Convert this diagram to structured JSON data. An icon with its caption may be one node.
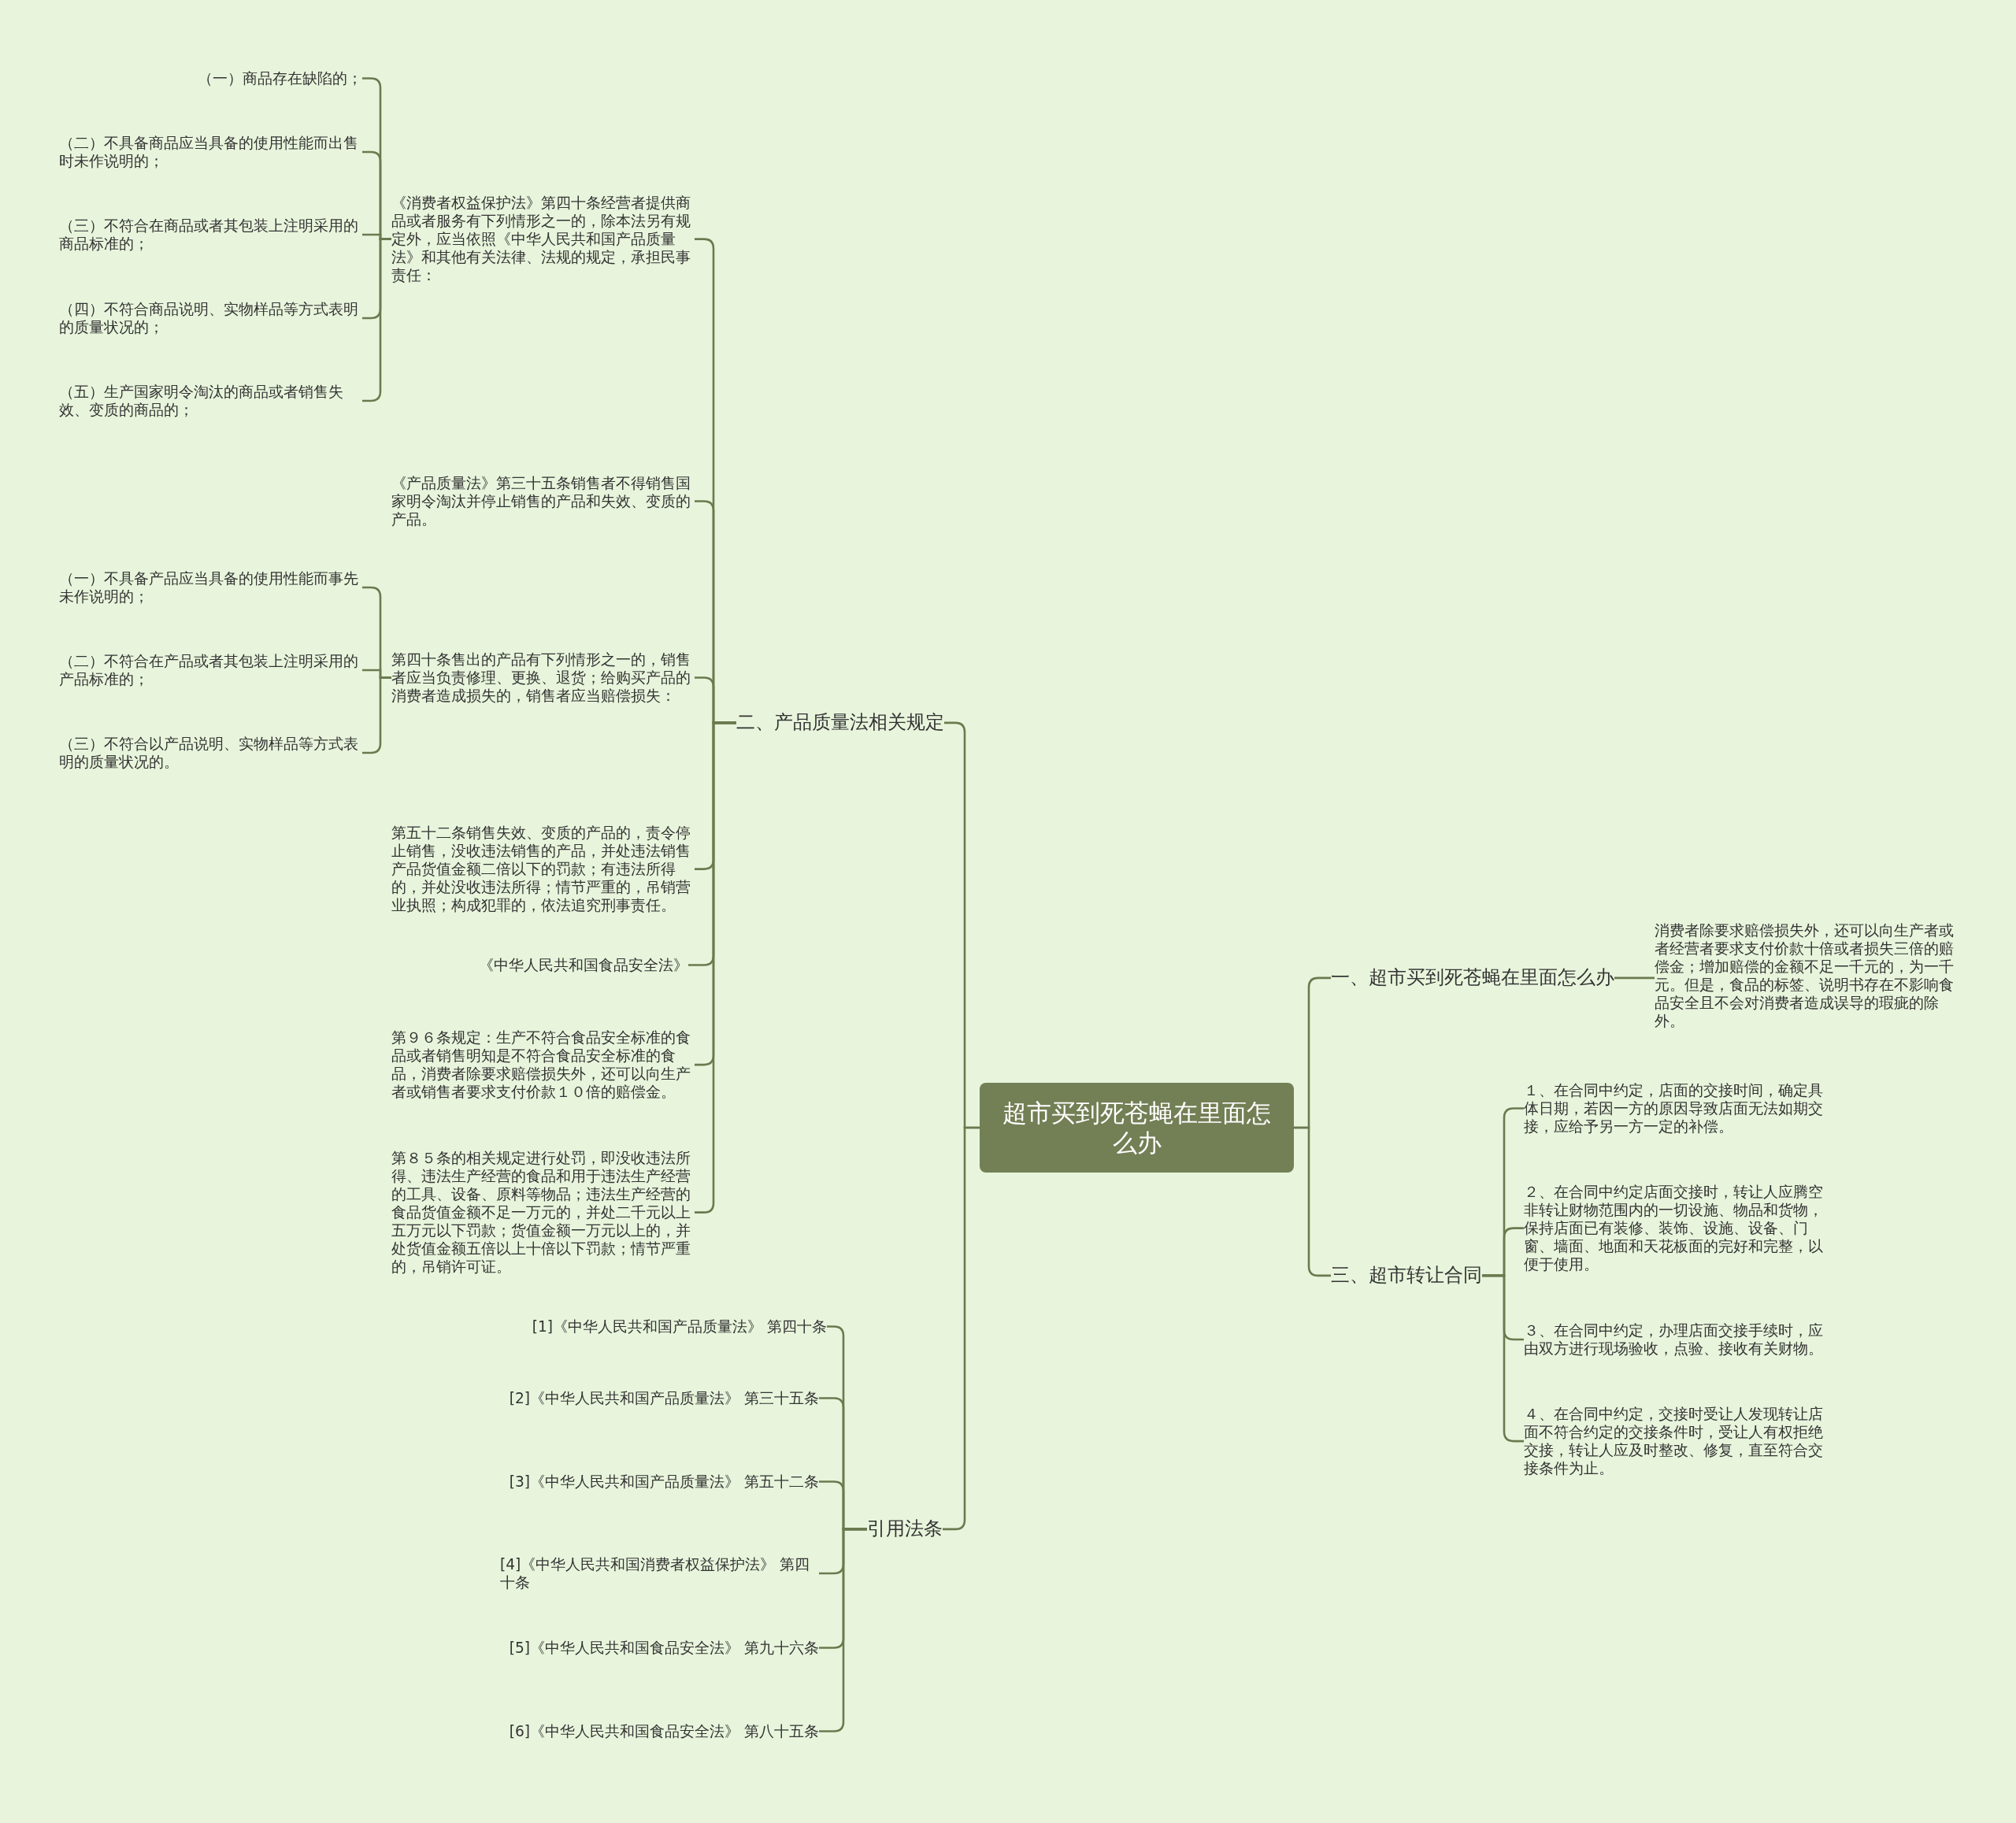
{
  "diagram": {
    "nodes": [
      {
        "text": [
          "超市买到死苍蝇在里面怎么办"
        ]
      },
      {
        "text": [
          "一、超市买到死苍蝇在里面怎么办"
        ]
      },
      {
        "text": [
          "消费者除要求赔偿损失外，还可以向生产者或者经营者要求支付价款十倍或者损失三倍的赔偿金；增加赔偿的金额不足一千元的，为一千元。但是，食品的标签、说明书存在不影响食品安全且不会对消费者造成误导的瑕疵的除外。"
        ]
      },
      {
        "text": [
          "三、超市转让合同"
        ]
      },
      {
        "text": [
          "１、在合同中约定，店面的交接时间，确定具体日期，若因一方的原因导致店面无法如期交接，应给予另一方一定的补偿。"
        ]
      },
      {
        "text": [
          "２、在合同中约定店面交接时，转让人应腾空非转让财物范围内的一切设施、物品和货物，保持店面已有装修、装饰、设施、设备、门窗、墙面、地面和天花板面的完好和完整，以便于使用。"
        ]
      },
      {
        "text": [
          "３、在合同中约定，办理店面交接手续时，应由双方进行现场验收，点验、接收有关财物。"
        ]
      },
      {
        "text": [
          "４、在合同中约定，交接时受让人发现转让店面不符合约定的交接条件时，受让人有权拒绝交接，转让人应及时整改、修复，直至符合交接条件为止。"
        ]
      },
      {
        "text": [
          "二、产品质量法相关规定"
        ]
      },
      {
        "text": [
          "《消费者权益保护法》第四十条经营者提供商品或者服务有下列情形之一的，除本法另有规定外，应当依照《中华人民共和国产品质量法》和其他有关法律、法规的规定，承担民事责任："
        ]
      },
      {
        "text": [
          "（一）商品存在缺陷的；"
        ]
      },
      {
        "text": [
          "（二）不具备商品应当具备的使用性能而出售时未作说明的；"
        ]
      },
      {
        "text": [
          "（三）不符合在商品或者其包装上注明采用的商品标准的；"
        ]
      },
      {
        "text": [
          "（四）不符合商品说明、实物样品等方式表明的质量状况的；"
        ]
      },
      {
        "text": [
          "（五）生产国家明令淘汰的商品或者销售失效、变质的商品的；"
        ]
      },
      {
        "text": [
          "《产品质量法》第三十五条销售者不得销售国家明令淘汰并停止销售的产品和失效、变质的产品。"
        ]
      },
      {
        "text": [
          "第四十条售出的产品有下列情形之一的，销售者应当负责修理、更换、退货；给购买产品的消费者造成损失的，销售者应当赔偿损失："
        ]
      },
      {
        "text": [
          "（一）不具备产品应当具备的使用性能而事先未作说明的；"
        ]
      },
      {
        "text": [
          "（二）不符合在产品或者其包装上注明采用的产品标准的；"
        ]
      },
      {
        "text": [
          "（三）不符合以产品说明、实物样品等方式表明的质量状况的。"
        ]
      },
      {
        "text": [
          "第五十二条销售失效、变质的产品的，责令停止销售，没收违法销售的产品，并处违法销售产品货值金额二倍以下的罚款；有违法所得的，并处没收违法所得；情节严重的，吊销营业执照；构成犯罪的，依法追究刑事责任。"
        ]
      },
      {
        "text": [
          "《中华人民共和国食品安全法》"
        ]
      },
      {
        "text": [
          "第９６条规定：生产不符合食品安全标准的食品或者销售明知是不符合食品安全标准的食品，消费者除要求赔偿损失外，还可以向生产者或销售者要求支付价款１０倍的赔偿金。"
        ]
      },
      {
        "text": [
          "第８５条的相关规定进行处罚，即没收违法所得、违法生产经营的食品和用于违法生产经营的工具、设备、原料等物品；违法生产经营的食品货值金额不足一万元的，并处二千元以上五万元以下罚款；货值金额一万元以上的，并处货值金额五倍以上十倍以下罚款；情节严重的，吊销许可证。"
        ]
      },
      {
        "text": [
          "引用法条"
        ]
      },
      {
        "text": [
          "[1]《中华人民共和国产品质量法》 第四十条"
        ]
      },
      {
        "text": [
          "[2]《中华人民共和国产品质量法》 第三十五条"
        ]
      },
      {
        "text": [
          "[3]《中华人民共和国产品质量法》 第五十二条"
        ]
      },
      {
        "text": [
          "[4]《中华人民共和国消费者权益保护法》 第四十条"
        ]
      },
      {
        "text": [
          "[5]《中华人民共和国食品安全法》 第九十六条"
        ]
      },
      {
        "text": [
          "[6]《中华人民共和国食品安全法》 第八十五条"
        ]
      }
    ],
    "edges": [
      {
        "from": 0,
        "to": 1,
        "arrow": "none"
      },
      {
        "from": 1,
        "to": 2,
        "arrow": "none"
      },
      {
        "from": 0,
        "to": 3,
        "arrow": "none"
      },
      {
        "from": 3,
        "to": 4,
        "arrow": "none"
      },
      {
        "from": 3,
        "to": 5,
        "arrow": "none"
      },
      {
        "from": 3,
        "to": 6,
        "arrow": "none"
      },
      {
        "from": 3,
        "to": 7,
        "arrow": "none"
      },
      {
        "from": 0,
        "to": 8,
        "arrow": "none"
      },
      {
        "from": 8,
        "to": 9,
        "arrow": "none"
      },
      {
        "from": 9,
        "to": 10,
        "arrow": "none"
      },
      {
        "from": 9,
        "to": 11,
        "arrow": "none"
      },
      {
        "from": 9,
        "to": 12,
        "arrow": "none"
      },
      {
        "from": 9,
        "to": 13,
        "arrow": "none"
      },
      {
        "from": 9,
        "to": 14,
        "arrow": "none"
      },
      {
        "from": 8,
        "to": 15,
        "arrow": "none"
      },
      {
        "from": 8,
        "to": 16,
        "arrow": "none"
      },
      {
        "from": 16,
        "to": 17,
        "arrow": "none"
      },
      {
        "from": 16,
        "to": 18,
        "arrow": "none"
      },
      {
        "from": 16,
        "to": 19,
        "arrow": "none"
      },
      {
        "from": 8,
        "to": 20,
        "arrow": "none"
      },
      {
        "from": 8,
        "to": 21,
        "arrow": "none"
      },
      {
        "from": 8,
        "to": 22,
        "arrow": "none"
      },
      {
        "from": 8,
        "to": 23,
        "arrow": "none"
      },
      {
        "from": 0,
        "to": 24,
        "arrow": "none"
      },
      {
        "from": 24,
        "to": 25,
        "arrow": "none"
      },
      {
        "from": 24,
        "to": 26,
        "arrow": "none"
      },
      {
        "from": 24,
        "to": 27,
        "arrow": "none"
      },
      {
        "from": 24,
        "to": 28,
        "arrow": "none"
      },
      {
        "from": 24,
        "to": 29,
        "arrow": "none"
      },
      {
        "from": 24,
        "to": 30,
        "arrow": "none"
      }
    ]
  }
}
